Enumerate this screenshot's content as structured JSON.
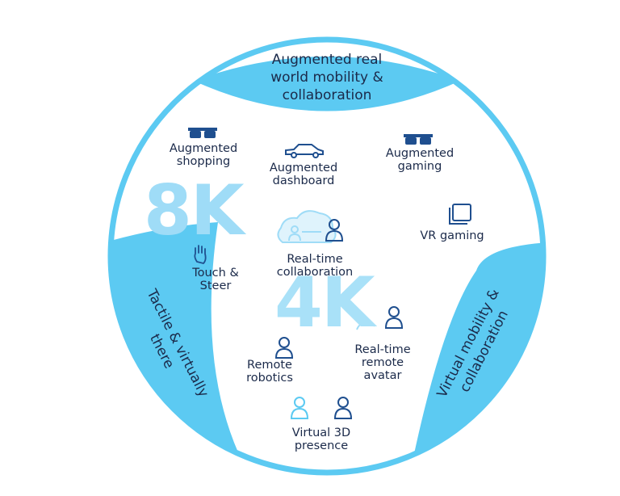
{
  "segments": {
    "top": [
      "Augmented real",
      "world mobility &",
      "collaboration"
    ],
    "left": [
      "Tactile & virtually",
      "there"
    ],
    "right": [
      "Virtual mobility &",
      "collaboration"
    ]
  },
  "resolutions": {
    "r8k": "8K",
    "r4k": "4K"
  },
  "use_cases": {
    "augmented_shopping": [
      "Augmented",
      "shopping"
    ],
    "augmented_dashboard": [
      "Augmented",
      "dashboard"
    ],
    "augmented_gaming": [
      "Augmented",
      "gaming"
    ],
    "vr_gaming": [
      "VR gaming"
    ],
    "touch_steer": [
      "Touch &",
      "Steer"
    ],
    "realtime_collaboration": [
      "Real-time",
      "collaboration"
    ],
    "remote_robotics": [
      "Remote",
      "robotics"
    ],
    "realtime_remote_avatar": [
      "Real-time",
      "remote",
      "avatar"
    ],
    "virtual_3d_presence": [
      "Virtual 3D",
      "presence"
    ]
  },
  "icons": {
    "augmented_shopping": "ar-glasses-icon",
    "augmented_dashboard": "car-icon",
    "augmented_gaming": "ar-glasses-icon",
    "vr_gaming": "vr-screen-icon",
    "touch_steer": "hand-icon",
    "realtime_collaboration": "cloud-person-icon",
    "remote_robotics": "person-icon",
    "realtime_remote_avatar": "person-avatar-icon",
    "virtual_3d_presence": "two-persons-icon"
  },
  "colors": {
    "accent": "#5ccaf2",
    "text": "#1b2a4a",
    "icon": "#1f4f8f",
    "light": "#9fdcf7"
  }
}
